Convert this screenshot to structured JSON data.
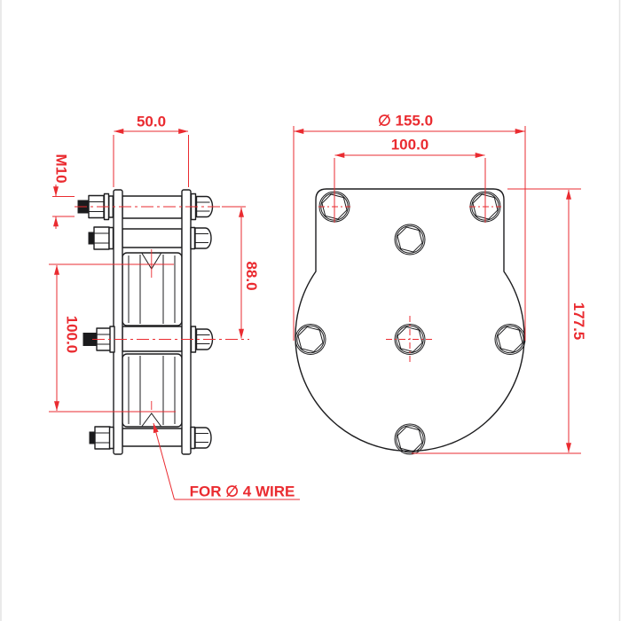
{
  "drawing_type": "engineering-drawing",
  "side_view": {
    "width_label": "50.0",
    "thread_label": "M10",
    "groove_spacing_label": "100.0",
    "upper_span_label": "88.0",
    "wire_note": "FOR ∅ 4 WIRE"
  },
  "front_view": {
    "diameter_label": "∅ 155.0",
    "hole_spacing_label": "100.0",
    "height_label": "177.5"
  },
  "colors": {
    "line": "#1d1d1f",
    "dimension": "#ea2b30",
    "background": "#ffffff",
    "edge": "#e4e4e4"
  }
}
